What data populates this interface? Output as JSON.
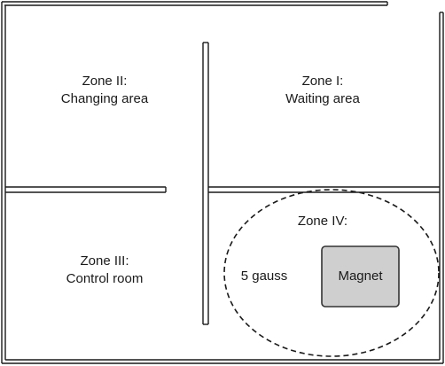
{
  "zones": {
    "zone1": {
      "title": "Zone I:",
      "subtitle": "Waiting area"
    },
    "zone2": {
      "title": "Zone II:",
      "subtitle": "Changing area"
    },
    "zone3": {
      "title": "Zone III:",
      "subtitle": "Control room"
    },
    "zone4": {
      "title": "Zone IV:"
    }
  },
  "field_line_label": "5 gauss",
  "magnet_label": "Magnet",
  "colors": {
    "wall": "#1a1a1a",
    "magnet_fill": "#cfcfcf",
    "magnet_stroke": "#333333"
  }
}
